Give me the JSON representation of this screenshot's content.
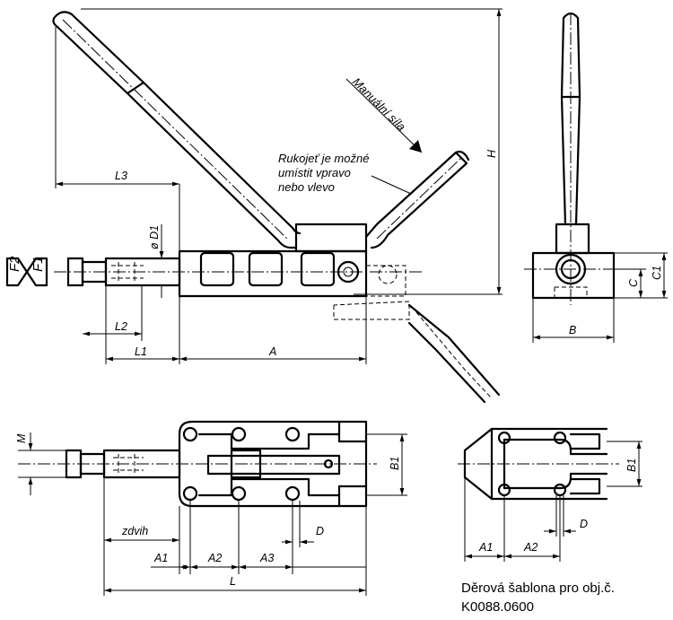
{
  "annotations": {
    "manual_force": "Manuální síla",
    "handle_note": [
      "Rukojeť je možné",
      "umístit vpravo",
      "nebo vlevo"
    ],
    "force_f1": "F1",
    "force_f2": "F2",
    "drill_template_title": "Děrová šablona pro obj.č.",
    "drill_template_code": "K0088.0600"
  },
  "dimensions": {
    "L3": "L3",
    "D1": "ø D1",
    "H": "H",
    "L2": "L2",
    "L1": "L1",
    "A": "A",
    "B": "B",
    "C": "C",
    "C1": "C1",
    "M": "M",
    "B1": "B1",
    "zdvih": "zdvih",
    "A1": "A1",
    "A2": "A2",
    "A3": "A3",
    "D": "D",
    "L": "L",
    "template_A1": "A1",
    "template_A2": "A2",
    "template_B1": "B1",
    "template_D": "D"
  },
  "colors": {
    "line": "#000000",
    "background": "#ffffff"
  }
}
